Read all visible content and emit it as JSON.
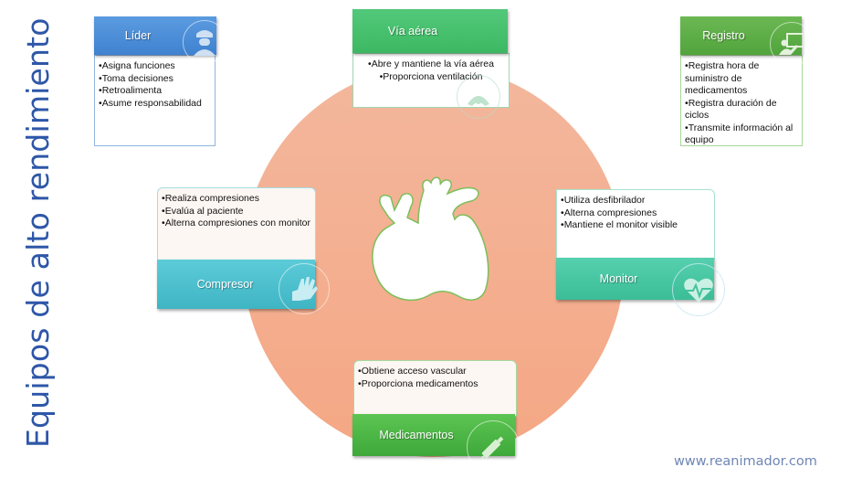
{
  "title": "Equipos de alto rendimiento",
  "footer": "www.reanimador.com",
  "center_icon": "heart-icon",
  "colors": {
    "circle": "#f4ad8e",
    "lider": "#4f90d8",
    "via": "#43bf68",
    "registro": "#5aad44",
    "compresor": "#4cc3d1",
    "monitor": "#42c7a3",
    "medicamentos": "#48b53f",
    "title": "#2e57a8"
  },
  "roles": {
    "lider": {
      "label": "Líder",
      "icon": "officer-icon",
      "items": [
        "Asigna funciones",
        "Toma decisiones",
        "Retroalimenta",
        "Asume responsabilidad"
      ]
    },
    "via": {
      "label": "Vía aérea",
      "icon": "lungs-icon",
      "items": [
        "Abre y mantiene la vía aérea",
        "Proporciona ventilación"
      ]
    },
    "registro": {
      "label": "Registro",
      "icon": "presenter-icon",
      "items": [
        "Registra hora de suministro de medicamentos",
        "Registra duración de ciclos",
        "Transmite información al equipo"
      ]
    },
    "compresor": {
      "label": "Compresor",
      "icon": "hands-icon",
      "items": [
        "Realiza compresiones",
        "Evalúa al paciente",
        "Alterna compresiones con monitor"
      ]
    },
    "monitor": {
      "label": "Monitor",
      "icon": "heartbeat-icon",
      "items": [
        "Utiliza desfibrilador",
        "Alterna compresiones",
        "Mantiene el monitor visible"
      ]
    },
    "medicamentos": {
      "label": "Medicamentos",
      "icon": "syringe-icon",
      "items": [
        "Obtiene acceso vascular",
        "Proporciona medicamentos"
      ]
    }
  }
}
